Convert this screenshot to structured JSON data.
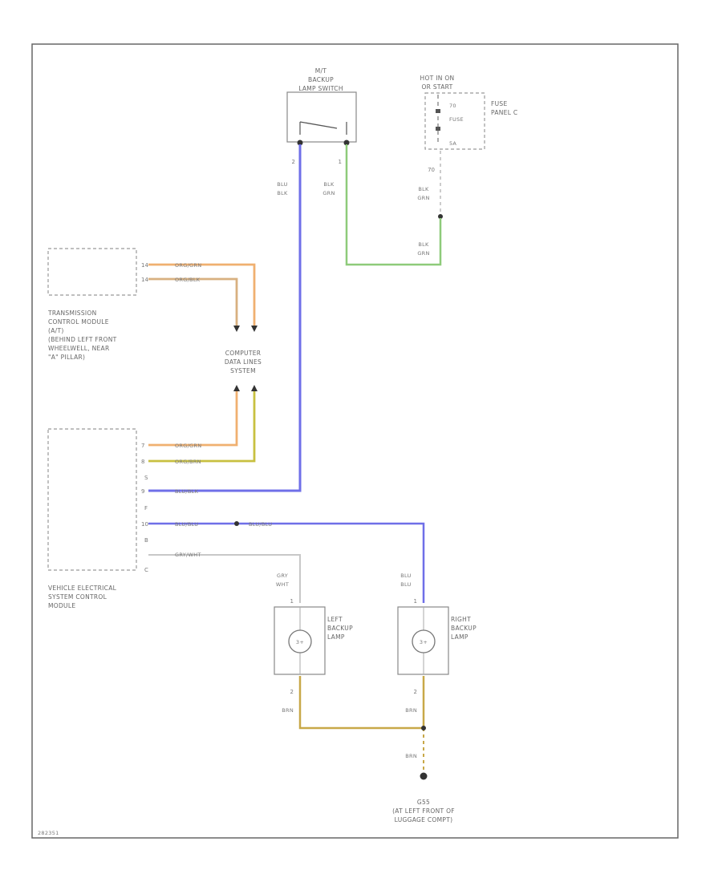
{
  "colors": {
    "blue": "#6f6fe8",
    "green": "#8ecb7a",
    "orange": "#f0b070",
    "tan": "#d8b080",
    "yellow": "#c8c040",
    "gray": "#c8c8c8",
    "brown": "#c8a848"
  },
  "switch": {
    "lines": [
      "M/T",
      "BACKUP",
      "LAMP SWITCH"
    ],
    "pin_left": "2",
    "pin_right": "1",
    "wire_left": [
      "BLU",
      "BLK"
    ],
    "wire_right": [
      "BLK",
      "GRN"
    ]
  },
  "fuse_panel": {
    "hot": [
      "HOT IN ON",
      "OR START"
    ],
    "fuse_name": "FUSE",
    "fuse_num": "70",
    "fuse_amp": "5A",
    "panel": [
      "FUSE",
      "PANEL C"
    ],
    "pin_out": "70",
    "wire1": [
      "BLK",
      "GRN"
    ],
    "wire2": [
      "BLK",
      "GRN"
    ]
  },
  "tcm": {
    "lines": [
      "TRANSMISSION",
      "CONTROL MODULE",
      "(A/T)",
      "(BEHIND LEFT FRONT",
      "WHEELWELL, NEAR",
      "\"A\" PILLAR)"
    ],
    "pin1": "14",
    "pin2": "14",
    "wire1": "ORG/GRN",
    "wire2": "ORG/BLK"
  },
  "data_lines": [
    "COMPUTER",
    "DATA LINES",
    "SYSTEM"
  ],
  "vescm": {
    "lines": [
      "VEHICLE ELECTRICAL",
      "SYSTEM CONTROL",
      "MODULE"
    ],
    "pins": [
      "7",
      "8",
      "9",
      "10"
    ],
    "connectors": [
      "S",
      "F",
      "B",
      "C"
    ],
    "wire1": "ORG/GRN",
    "wire2": "ORG/BRN",
    "wire3": "BLU/BLK",
    "wire4": "BLU/BLU",
    "wire4b": "BLU/BLU",
    "wire5": "GRY/WHT"
  },
  "left_lamp": {
    "lines": [
      "LEFT",
      "BACKUP",
      "LAMP"
    ],
    "pin_top": "1",
    "pin_bottom": "2",
    "wire_top": [
      "GRY",
      "WHT"
    ],
    "wire_bottom": "BRN",
    "symbol": "3+"
  },
  "right_lamp": {
    "lines": [
      "RIGHT",
      "BACKUP",
      "LAMP"
    ],
    "pin_top": "1",
    "pin_bottom": "2",
    "wire_top": [
      "BLU",
      "BLU"
    ],
    "wire_bottom": "BRN",
    "symbol": "3+"
  },
  "ground": {
    "wire": "BRN",
    "lines": [
      "G55",
      "(AT LEFT FRONT OF",
      "LUGGAGE COMPT)"
    ]
  },
  "footer_code": "282351"
}
